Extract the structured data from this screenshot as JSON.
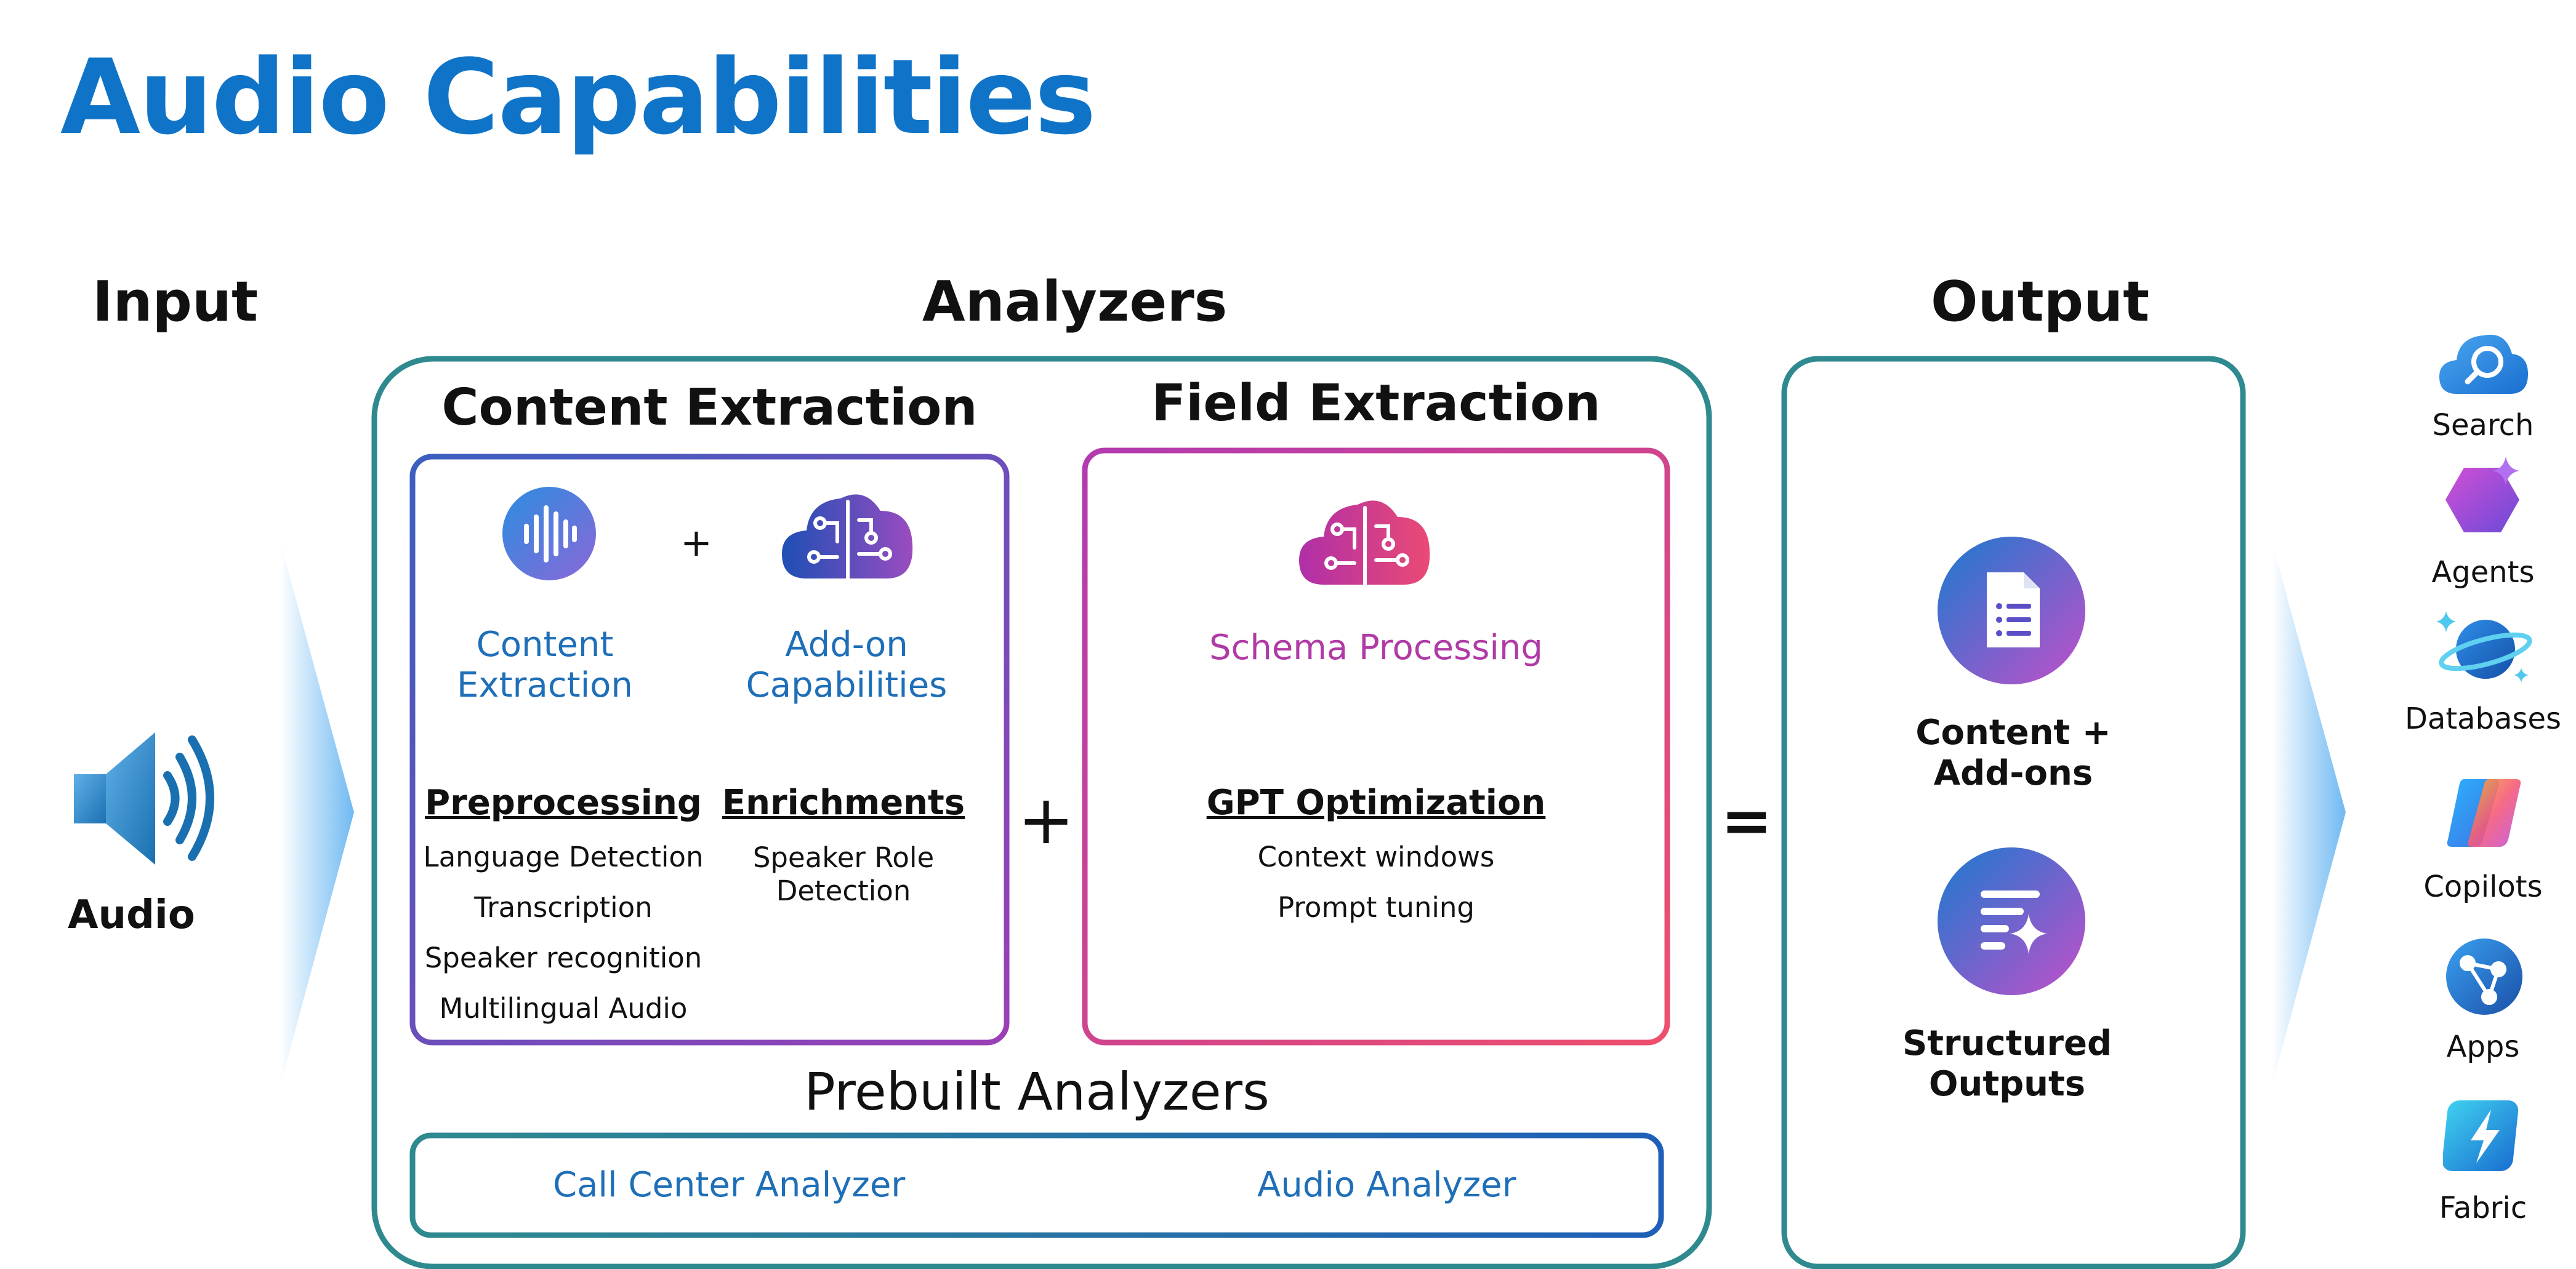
{
  "title": "Audio Capabilities",
  "headers": {
    "input": "Input",
    "analyzers": "Analyzers",
    "output": "Output"
  },
  "input": {
    "label": "Audio",
    "icon": "speaker-icon"
  },
  "content_extraction": {
    "heading": "Content Extraction",
    "left_label": "Content Extraction",
    "right_label": "Add-on Capabilities",
    "plus": "+",
    "preprocessing": {
      "title": "Preprocessing",
      "items": [
        "Language Detection",
        "Transcription",
        "Speaker recognition",
        "Multilingual Audio"
      ]
    },
    "enrichments": {
      "title": "Enrichments",
      "items": [
        "Speaker Role",
        "Detection"
      ]
    }
  },
  "field_extraction": {
    "heading": "Field Extraction",
    "label": "Schema Processing",
    "gpt": {
      "title": "GPT  Optimization",
      "items": [
        "Context windows",
        "Prompt tuning"
      ]
    }
  },
  "operators": {
    "plus": "+",
    "equals": "="
  },
  "prebuilt": {
    "heading": "Prebuilt Analyzers",
    "items": [
      "Call Center Analyzer",
      "Audio Analyzer"
    ]
  },
  "output": {
    "items": [
      {
        "label": "Content + Add-ons",
        "icon": "document-list-icon"
      },
      {
        "label": "Structured Outputs",
        "icon": "sparkle-text-icon"
      }
    ]
  },
  "destinations": [
    {
      "label": "Search",
      "icon": "search-cloud-icon"
    },
    {
      "label": "Agents",
      "icon": "agents-hexagon-icon"
    },
    {
      "label": "Databases",
      "icon": "database-planet-icon"
    },
    {
      "label": "Copilots",
      "icon": "copilot-icon"
    },
    {
      "label": "Apps",
      "icon": "apps-globe-icon"
    },
    {
      "label": "Fabric",
      "icon": "fabric-icon"
    }
  ],
  "colors": {
    "title": "#0f74c8",
    "analyzer_border": "#2f8a8f",
    "content_border_start": "#3b5fc0",
    "content_border_end": "#9b3fb6",
    "field_border_start": "#b23ab0",
    "field_border_end": "#ee4f6c",
    "label_blue": "#1f6fb8",
    "label_pink": "#b03aa6"
  }
}
